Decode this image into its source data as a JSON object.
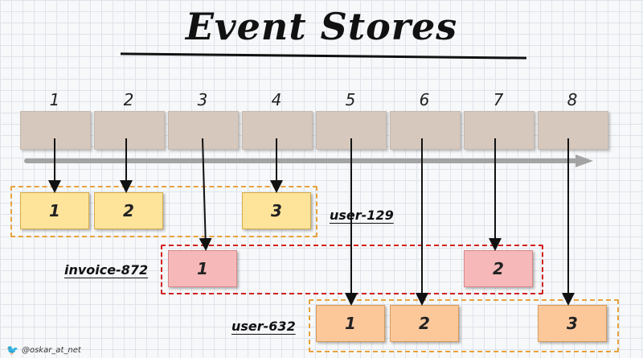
{
  "title": "Event Stores",
  "timeline_slots": [
    "1",
    "2",
    "3",
    "4",
    "5",
    "6",
    "7",
    "8"
  ],
  "streams": {
    "user129": {
      "label": "user-129",
      "events": [
        "1",
        "2",
        "3"
      ]
    },
    "invoice872": {
      "label": "invoice-872",
      "events": [
        "1",
        "2"
      ]
    },
    "user632": {
      "label": "user-632",
      "events": [
        "1",
        "2",
        "3"
      ]
    }
  },
  "footer": {
    "handle": "@oskar_at_net",
    "icon": "twitter-bird-icon"
  },
  "colors": {
    "slot": "#d6c8bd",
    "user129": "#fde49a",
    "invoice872": "#f6b8b8",
    "user632": "#fcc89a",
    "orange_dash": "#e8a23c",
    "red_dash": "#d11f1f"
  }
}
